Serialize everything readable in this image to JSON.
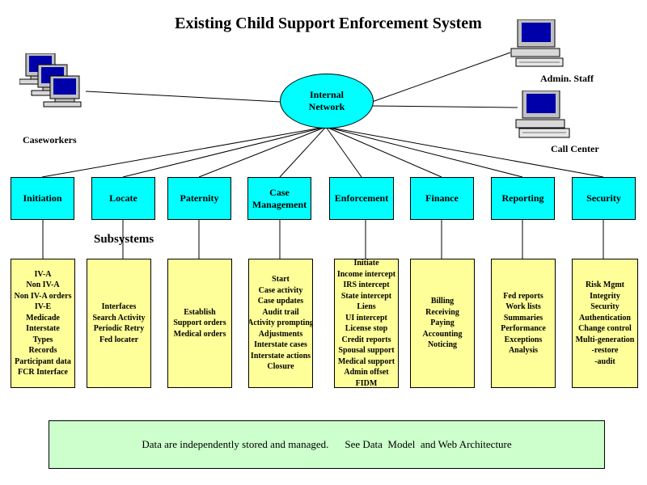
{
  "title": "Existing Child Support Enforcement System",
  "network": {
    "line1": "Internal",
    "line2": "Network"
  },
  "endpoints": {
    "caseworkers": "Caseworkers",
    "admin_staff": "Admin. Staff",
    "call_center": "Call Center"
  },
  "modules": [
    {
      "id": "initiation",
      "label": "Initiation"
    },
    {
      "id": "locate",
      "label": "Locate"
    },
    {
      "id": "paternity",
      "label": "Paternity"
    },
    {
      "id": "case-management",
      "label": "Case Management"
    },
    {
      "id": "enforcement",
      "label": "Enforcement"
    },
    {
      "id": "finance",
      "label": "Finance"
    },
    {
      "id": "reporting",
      "label": "Reporting"
    },
    {
      "id": "security",
      "label": "Security"
    }
  ],
  "subsystems_label": "Subsystems",
  "subsystems": {
    "initiation": [
      "IV-A",
      "Non IV-A",
      "Non IV-A orders",
      "IV-E",
      "Medicade",
      "Interstate",
      "Types",
      "Records",
      "Participant data",
      "FCR Interface"
    ],
    "locate": [
      "Interfaces",
      "Search Activity",
      "Periodic Retry",
      "Fed locater"
    ],
    "paternity": [
      "Establish",
      "Support orders",
      "Medical orders"
    ],
    "case_management": [
      "Start",
      "Case activity",
      "Case updates",
      "Audit trail",
      "Activity prompting",
      "Adjustments",
      "Interstate cases",
      "Interstate actions",
      "Closure"
    ],
    "enforcement": [
      "Initiate",
      "Income intercept",
      "IRS intercept",
      "State intercept",
      "Liens",
      "UI intercept",
      "License stop",
      "Credit reports",
      "Spousal support",
      "Medical support",
      "Admin offset",
      "FIDM"
    ],
    "finance": [
      "Billing",
      "Receiving",
      "Paying",
      "Accounting",
      "Noticing"
    ],
    "reporting": [
      "Fed reports",
      "Work lists",
      "Summaries",
      "Performance",
      "Exceptions",
      "Analysis"
    ],
    "security": [
      "Risk Mgmt",
      "Integrity",
      "Security",
      "Authentication",
      "Change control",
      "Multi-generation",
      "-restore",
      "-audit"
    ]
  },
  "note": {
    "part1": "Data are independently stored and managed.",
    "part2": "See Data  Model  and Web Architecture"
  },
  "colors": {
    "module_fill": "#00ffff",
    "subsystem_fill": "#ffff99",
    "note_fill": "#ccffcc"
  }
}
